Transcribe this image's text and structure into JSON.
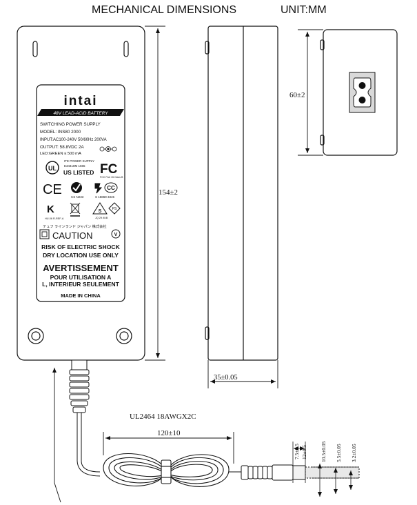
{
  "header": {
    "title": "MECHANICAL DIMENSIONS",
    "unit": "UNIT:MM"
  },
  "dimensions": {
    "length": "154±2",
    "thickness": "35±0.05",
    "width": "60±2",
    "cable_length": "120±10",
    "cable_spec": "UL2464 18AWGX2C"
  },
  "connector_dims": [
    "7.5±0.5",
    "12±0.5",
    "10.5±0.05",
    "5.5±0.05",
    "3.2±0.05"
  ],
  "label": {
    "brand": "intai",
    "battery_banner": "48V LEAD-ACID BATTERY",
    "product": "SWITCHING POWER SUPPLY",
    "model": "MODEL: INS80 2000",
    "input": "INPUT:AC100-240V 50/60Hz 200VA",
    "output": "OUTPUT: 58.8VDC 2A",
    "led": "LED:GREEN ≤ 500 mA",
    "ite": "ITE POWER SUPPLY",
    "e_number": "E34418M 1665",
    "ul_listed": "US LISTED",
    "fcc": "FC",
    "fcc_sub": "FCC Part 15 Class B",
    "ce": "CE",
    "c_tick_code": "CS N233",
    "ccc_code": "S 15869 3345",
    "kc_code": "HU-06 R-REF-A",
    "japan_text": "テュフ ラインランド ジャパン 株式会社",
    "jp_mark_code": "JQ 29 AVB",
    "caution": "CAUTION",
    "risk": "RISK OF ELECTRIC SHOCK",
    "dry": "DRY LOCATION USE ONLY",
    "avert": "AVERTISSEMENT",
    "pour": "POUR UTILISATION A",
    "interieur": "L, INTERIEUR SEULEMENT",
    "made": "MADE IN CHINA"
  },
  "colors": {
    "line": "#111111",
    "body": "#ffffff"
  }
}
